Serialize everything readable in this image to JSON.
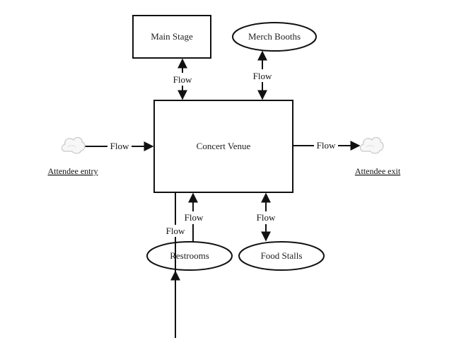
{
  "nodes": {
    "venue": "Concert Venue",
    "main_stage": "Main Stage",
    "merch": "Merch Booths",
    "restrooms": "Restrooms",
    "food": "Food Stalls",
    "entry": "Attendee entry",
    "exit": "Attendee exit"
  },
  "flows": {
    "main_stage": "Flow",
    "merch": "Flow",
    "entry": "Flow",
    "exit": "Flow",
    "restrooms_up": "Flow",
    "restrooms_down": "Flow",
    "food": "Flow"
  }
}
